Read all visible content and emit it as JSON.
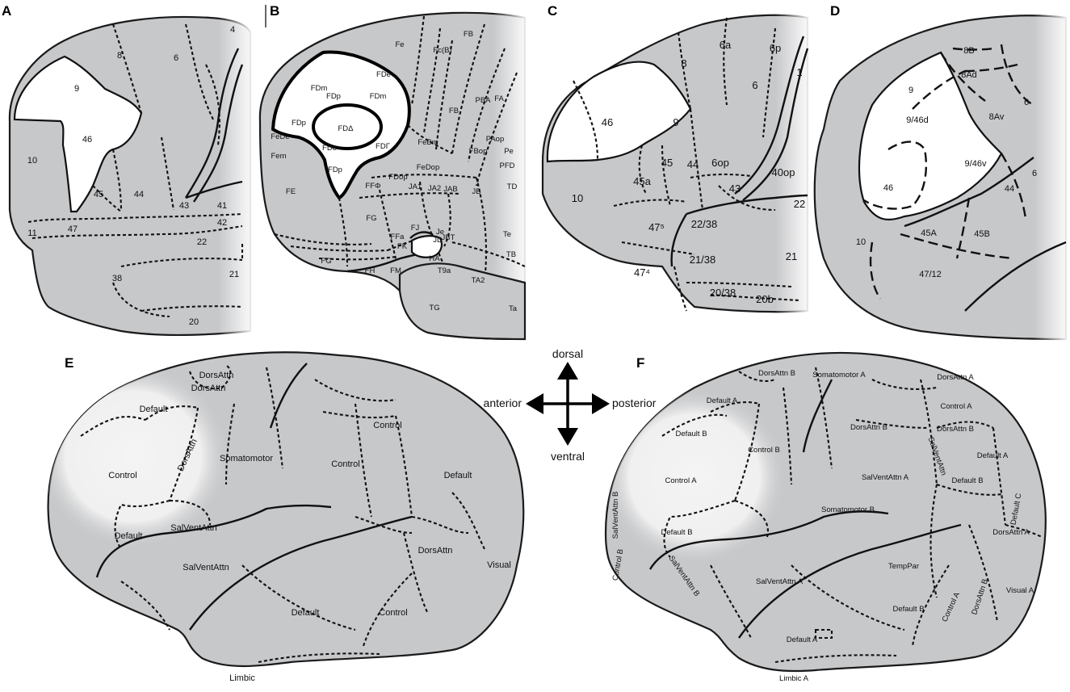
{
  "panels": {
    "A": "A",
    "B": "B",
    "C": "C",
    "D": "D",
    "E": "E",
    "F": "F"
  },
  "panel_a": {
    "labels": [
      "4",
      "8",
      "6",
      "9",
      "46",
      "10",
      "45",
      "44",
      "43",
      "41",
      "42",
      "22",
      "11",
      "47",
      "38",
      "21",
      "20"
    ]
  },
  "panel_b": {
    "labels": [
      "Fe",
      "FB",
      "Fc(B)",
      "FDm",
      "FDp",
      "FDm",
      "FDp",
      "FDΔ",
      "FDe",
      "FeDe",
      "FDe",
      "FDp",
      "Fem",
      "FE",
      "FDΓ",
      "FB",
      "PBA",
      "FA",
      "FeBm",
      "PAop",
      "FBop",
      "Pe",
      "FeDop",
      "FDop",
      "PFD",
      "FFΦ",
      "JA1",
      "JA2",
      "JAB",
      "JB",
      "TD",
      "FG",
      "FJ",
      "Je",
      "JBT",
      "Te",
      "FFa",
      "FK",
      "JD",
      "TB",
      "FG",
      "FH",
      "FM",
      "HA",
      "T9a",
      "TA2",
      "TG",
      "Ta"
    ]
  },
  "panel_c": {
    "labels": [
      "8",
      "6a",
      "6p",
      "1",
      "46",
      "9",
      "6",
      "45",
      "44",
      "6op",
      "40op",
      "45a",
      "43",
      "10",
      "22/38",
      "47⁵",
      "22",
      "21/38",
      "21",
      "47⁴",
      "20/38",
      "20b"
    ]
  },
  "panel_d": {
    "labels": [
      "8B",
      "8Ad",
      "9",
      "9/46d",
      "6",
      "8Av",
      "9/46v",
      "46",
      "6",
      "44",
      "45A",
      "45B",
      "10",
      "47/12"
    ]
  },
  "panel_e": {
    "labels": [
      "DorsAttn",
      "DorsAttn",
      "Default",
      "Control",
      "DorsAttn",
      "Somatomotor",
      "Control",
      "Control",
      "Default",
      "SalVentAttn",
      "Default",
      "SalVentAttn",
      "DorsAttn",
      "Visual",
      "Default",
      "Control",
      "Limbic"
    ]
  },
  "panel_f": {
    "labels": [
      "DorsAttn B",
      "Somatomotor A",
      "DorsAttn A",
      "Default A",
      "Control A",
      "DorsAttn B",
      "Default B",
      "DorsAttn B",
      "Control B",
      "SalVentAttn",
      "Control A",
      "SalVentAttn A",
      "Default A",
      "Default B",
      "Somatomotor B",
      "Default C",
      "SalVentAttn B",
      "Default B",
      "DorsAttn A",
      "TempPar",
      "Control B",
      "SalVentAttn B",
      "SalVentAttn A",
      "DorsAttn B",
      "Visual A",
      "Default B",
      "Control A",
      "Default A",
      "Limbic A"
    ]
  },
  "orientation": {
    "dorsal": "dorsal",
    "ventral": "ventral",
    "anterior": "anterior",
    "posterior": "posterior"
  }
}
